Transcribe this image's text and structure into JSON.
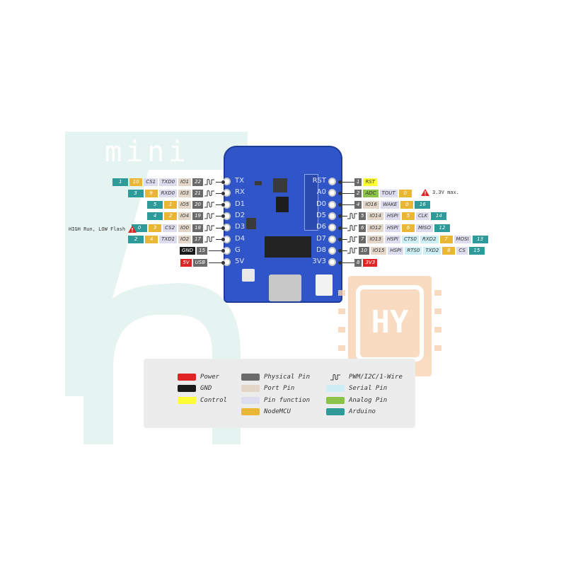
{
  "board": {
    "title": "mini",
    "left_pin_labels": [
      "TX",
      "RX",
      "D1",
      "D2",
      "D3",
      "D4",
      "G",
      "5V"
    ],
    "right_pin_labels": [
      "RST",
      "A0",
      "D0",
      "D5",
      "D6",
      "D7",
      "D8",
      "3V3"
    ]
  },
  "left_pins": [
    {
      "pwm": true,
      "tags": [
        {
          "t": "ard",
          "v": "1"
        },
        {
          "t": "node",
          "v": "10"
        },
        {
          "t": "fn",
          "v": "CS1"
        },
        {
          "t": "fn",
          "v": "TXD0"
        },
        {
          "t": "port",
          "v": "IO1"
        },
        {
          "t": "phys",
          "v": "22"
        }
      ]
    },
    {
      "pwm": true,
      "tags": [
        {
          "t": "ard",
          "v": "3"
        },
        {
          "t": "node",
          "v": "9"
        },
        {
          "t": "fn",
          "v": "RXD0"
        },
        {
          "t": "port",
          "v": "IO3"
        },
        {
          "t": "phys",
          "v": "21"
        }
      ]
    },
    {
      "pwm": true,
      "tags": [
        {
          "t": "ard",
          "v": "5"
        },
        {
          "t": "node",
          "v": "1"
        },
        {
          "t": "port",
          "v": "IO5"
        },
        {
          "t": "phys",
          "v": "20"
        }
      ]
    },
    {
      "pwm": true,
      "tags": [
        {
          "t": "ard",
          "v": "4"
        },
        {
          "t": "node",
          "v": "2"
        },
        {
          "t": "port",
          "v": "IO4"
        },
        {
          "t": "phys",
          "v": "19"
        }
      ]
    },
    {
      "pwm": true,
      "tags": [
        {
          "t": "ard",
          "v": "0"
        },
        {
          "t": "node",
          "v": "3"
        },
        {
          "t": "fn",
          "v": "CS2"
        },
        {
          "t": "port",
          "v": "IO0"
        },
        {
          "t": "phys",
          "v": "18"
        }
      ]
    },
    {
      "pwm": true,
      "tags": [
        {
          "t": "ard",
          "v": "2"
        },
        {
          "t": "node",
          "v": "4"
        },
        {
          "t": "fn",
          "v": "TXD1"
        },
        {
          "t": "port",
          "v": "IO2"
        },
        {
          "t": "phys",
          "v": "17"
        }
      ]
    },
    {
      "pwm": false,
      "tags": [
        {
          "t": "gnd",
          "v": "GND"
        },
        {
          "t": "phys",
          "v": "15"
        }
      ]
    },
    {
      "pwm": false,
      "tags": [
        {
          "t": "pwr",
          "v": "5V"
        },
        {
          "t": "phys",
          "v": "USB"
        }
      ]
    }
  ],
  "right_pins": [
    {
      "pwm": false,
      "tags": [
        {
          "t": "phys",
          "v": "1"
        },
        {
          "t": "ctl",
          "v": "RST"
        }
      ]
    },
    {
      "pwm": false,
      "tags": [
        {
          "t": "phys",
          "v": "2"
        },
        {
          "t": "ana",
          "v": "ADC"
        },
        {
          "t": "fn",
          "v": "TOUT"
        },
        {
          "t": "node",
          "v": "0"
        }
      ]
    },
    {
      "pwm": false,
      "tags": [
        {
          "t": "phys",
          "v": "4"
        },
        {
          "t": "port",
          "v": "IO16"
        },
        {
          "t": "fn",
          "v": "WAKE"
        },
        {
          "t": "node",
          "v": "0"
        },
        {
          "t": "ard",
          "v": "16"
        }
      ]
    },
    {
      "pwm": true,
      "tags": [
        {
          "t": "phys",
          "v": "5"
        },
        {
          "t": "port",
          "v": "IO14"
        },
        {
          "t": "fn",
          "v": "HSPI"
        },
        {
          "t": "node",
          "v": "5"
        },
        {
          "t": "fn",
          "v": "CLK"
        },
        {
          "t": "ard",
          "v": "14"
        }
      ]
    },
    {
      "pwm": true,
      "tags": [
        {
          "t": "phys",
          "v": "6"
        },
        {
          "t": "port",
          "v": "IO12"
        },
        {
          "t": "fn",
          "v": "HSPI"
        },
        {
          "t": "node",
          "v": "6"
        },
        {
          "t": "fn",
          "v": "MISO"
        },
        {
          "t": "ard",
          "v": "12"
        }
      ]
    },
    {
      "pwm": true,
      "tags": [
        {
          "t": "phys",
          "v": "7"
        },
        {
          "t": "port",
          "v": "IO13"
        },
        {
          "t": "fn",
          "v": "HSPI"
        },
        {
          "t": "ser",
          "v": "CTS0"
        },
        {
          "t": "ser",
          "v": "RXD2"
        },
        {
          "t": "node",
          "v": "7"
        },
        {
          "t": "fn",
          "v": "MOSI"
        },
        {
          "t": "ard",
          "v": "13"
        }
      ]
    },
    {
      "pwm": true,
      "tags": [
        {
          "t": "phys",
          "v": "10"
        },
        {
          "t": "port",
          "v": "IO15"
        },
        {
          "t": "fn",
          "v": "HSPI"
        },
        {
          "t": "ser",
          "v": "RTS0"
        },
        {
          "t": "ser",
          "v": "TXD2"
        },
        {
          "t": "node",
          "v": "8"
        },
        {
          "t": "fn",
          "v": "CS"
        },
        {
          "t": "ard",
          "v": "15"
        }
      ]
    },
    {
      "pwm": false,
      "tags": [
        {
          "t": "phys",
          "v": "8"
        },
        {
          "t": "pwr",
          "v": "3V3"
        }
      ]
    }
  ],
  "notes": {
    "flash": "HIGH Run, LOW Flash",
    "adc": "3.3V max."
  },
  "legend": [
    {
      "label": "Power",
      "color": "#e02424"
    },
    {
      "label": "GND",
      "color": "#1a1a1a"
    },
    {
      "label": "Control",
      "color": "#ffff33"
    },
    {
      "label": "Physical Pin",
      "color": "#6a6a6a"
    },
    {
      "label": "Port Pin",
      "color": "#e3d5c8"
    },
    {
      "label": "Pin function",
      "color": "#dcdcef"
    },
    {
      "label": "NodeMCU",
      "color": "#e9b735"
    },
    {
      "label": "PWM/I2C/1-Wire",
      "color": ""
    },
    {
      "label": "Serial Pin",
      "color": "#cdeef4"
    },
    {
      "label": "Analog Pin",
      "color": "#8bc34a"
    },
    {
      "label": "Arduino",
      "color": "#2e9a9a"
    }
  ],
  "watermark": {
    "text": "HY",
    "color": "#f5c29a"
  },
  "colors": {
    "board": "#2f55c9",
    "background_shape": "#e6f4f1"
  }
}
